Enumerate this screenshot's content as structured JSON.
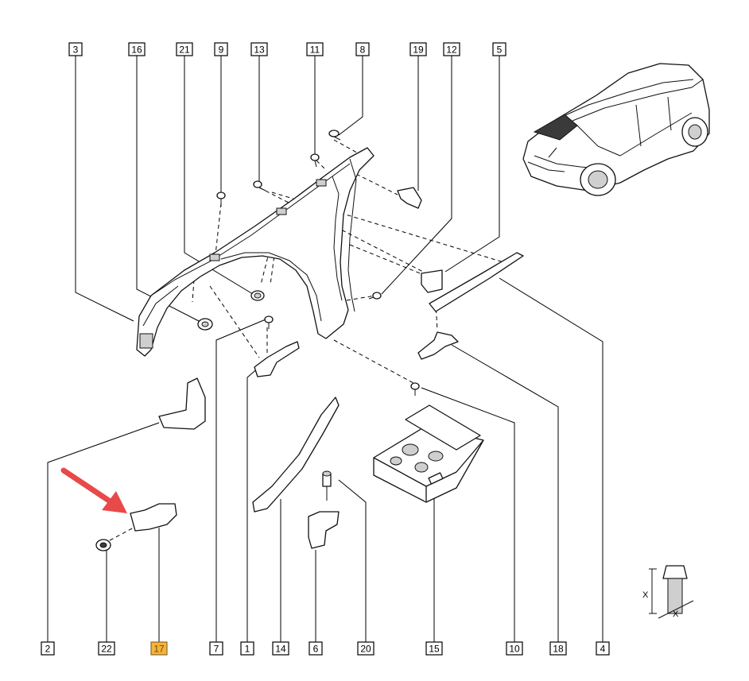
{
  "labels": [
    {
      "id": "3",
      "highlight": false
    },
    {
      "id": "16",
      "highlight": false
    },
    {
      "id": "21",
      "highlight": false
    },
    {
      "id": "9",
      "highlight": false
    },
    {
      "id": "13",
      "highlight": false
    },
    {
      "id": "11",
      "highlight": false
    },
    {
      "id": "8",
      "highlight": false
    },
    {
      "id": "19",
      "highlight": false
    },
    {
      "id": "12",
      "highlight": false
    },
    {
      "id": "5",
      "highlight": false
    },
    {
      "id": "2",
      "highlight": false
    },
    {
      "id": "22",
      "highlight": false
    },
    {
      "id": "17",
      "highlight": true
    },
    {
      "id": "7",
      "highlight": false
    },
    {
      "id": "1",
      "highlight": false
    },
    {
      "id": "14",
      "highlight": false
    },
    {
      "id": "6",
      "highlight": false
    },
    {
      "id": "20",
      "highlight": false
    },
    {
      "id": "15",
      "highlight": false
    },
    {
      "id": "10",
      "highlight": false
    },
    {
      "id": "18",
      "highlight": false
    },
    {
      "id": "4",
      "highlight": false
    }
  ],
  "dimension_marks": {
    "x_top": "X",
    "x_bottom": "X"
  },
  "colors": {
    "highlight_fill": "#f6b43c",
    "arrow": "#e84a4a",
    "line": "#000000"
  }
}
